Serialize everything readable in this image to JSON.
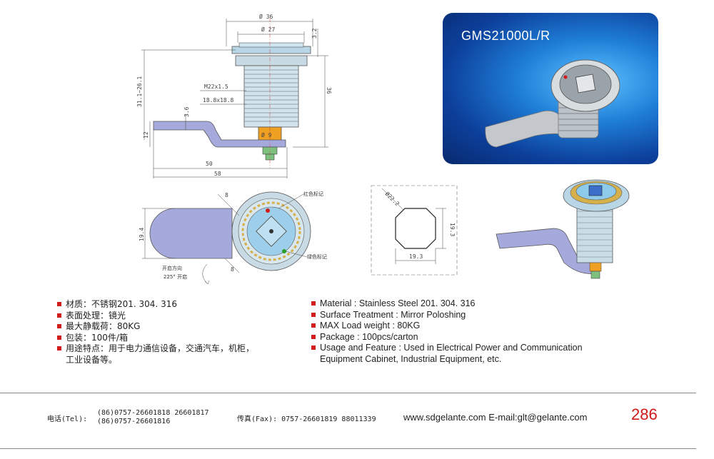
{
  "drawing": {
    "dim_d36": "Ø 36",
    "dim_d27": "Ø 27",
    "dim_3_2": "3.2",
    "dim_31_26": "31.1~26.1",
    "dim_36": "36",
    "dim_m22": "M22x1.5",
    "dim_18x18": "18.8x18.8",
    "dim_3_6": "3.6",
    "dim_12": "12",
    "dim_d9": "Ø 9",
    "dim_50": "50",
    "dim_58": "58",
    "dim_19_4": "19.4",
    "dim_8a": "8",
    "dim_8b": "8",
    "red_mark": "红色标记",
    "green_mark": "绿色标记",
    "open_dir": "开启方向",
    "open_angle": "225° 开启",
    "dim_d22_2": "Ø22.2",
    "dim_19_3a": "19.3",
    "dim_19_3b": "19.3"
  },
  "photo": {
    "title": "GMS21000L/R"
  },
  "specs_cn": [
    "材质：不锈钢201. 304. 316",
    "表面处理：镜光",
    "最大静载荷：80KG",
    "包装：100件/箱",
    "用途特点：用于电力通信设备，交通汽车，机柜，",
    "工业设备等。"
  ],
  "specs_en": [
    "Material : Stainless Steel 201. 304. 316",
    "Surface Treatment : Mirror Poloshing",
    "MAX Load weight : 80KG",
    "Package : 100pcs/carton",
    "Usage and Feature : Used in Electrical Power and Communication",
    "Equipment Cabinet, Industrial Equipment, etc."
  ],
  "footer": {
    "tel_label": "电话(Tel):",
    "tel1": "(86)0757-26601818  26601817",
    "tel2": "(86)0757-26601816",
    "fax": "传真(Fax): 0757-26601819 88011339",
    "website": "www.sdgelante.com  E-mail:glt@gelante.com",
    "page": "286"
  },
  "colors": {
    "accent_red": "#d11a1a",
    "photo_blue": "#1f7fd8",
    "part_lavender": "#a6a9dc",
    "part_steel": "#b9d6e6",
    "part_orange": "#f0a020"
  }
}
